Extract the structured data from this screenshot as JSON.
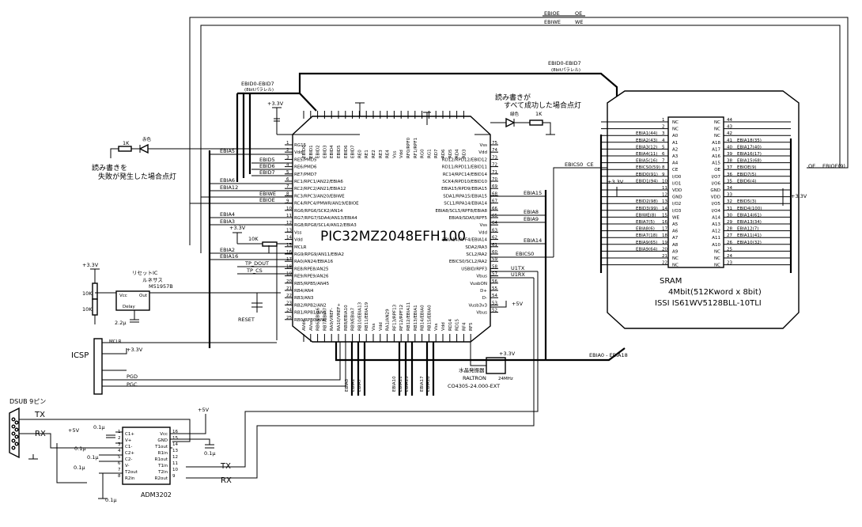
{
  "mcu": {
    "part": "PIC32MZ2048EFH100",
    "left_pins": [
      "RG15",
      "Vdd",
      "RE5/PMD5",
      "RE6/PMD6",
      "RE7/PMD7",
      "RC1/RPC1/AN22/EBIA6",
      "RC2/RPC2/AN21/EBIA12",
      "RC3/RPC3/AN20/EBIWE",
      "RC4/RPC4/PMWR/AN19/EBIOE",
      "RG6/RPG6/SCK2/AN14",
      "RG7/RPG7/SDA4/AN13/EBIA4",
      "RG8/RPG8/SCL4/AN12/EBIA3",
      "Vss",
      "Vdd",
      "MCLR",
      "RG9/RPG9/AN11/EBIA2",
      "RA0/AN24/EBIA16",
      "RE8/RPE8/AN25",
      "RE9/RPE9/AN26",
      "RB5/RPB5/AN45",
      "RB4/AN4",
      "RB3/AN3",
      "RB2/RPB2/AN2",
      "RB1/RPB1/AN1",
      "RB0/RPB0/AN0"
    ],
    "right_pins": [
      "Vss",
      "Vdd",
      "RD12/RPD12/EBID12",
      "RD11/RPD11/EBID11",
      "RC14/RPC14/EBID14",
      "SCK4/RPD10/EBID10",
      "EBIA15/RPD9/EBIA15",
      "SDA1/RPA15/EBIA15",
      "SCL1/RPA14/EBIA14",
      "EBIA8/SCL5/RPF8/EBIA8",
      "EBIA9/SDA5/RPF5",
      "Vss",
      "Vdd",
      "EBIA14/RPF4/EBIA14",
      "SDA2/RA3",
      "SCL2/RA2",
      "EBICS0/SCL2/RA2",
      "USBID/RPF3",
      "Vbus",
      "VusbON",
      "D+",
      "D-",
      "Vusb3v3",
      "Vbus"
    ],
    "top_pins": [
      "EBID0",
      "EBID1",
      "EBID2",
      "EBID3",
      "EBID4",
      "EBID5",
      "EBID6",
      "EBID7",
      "RE0",
      "RE1",
      "RE2",
      "RE3",
      "RE4",
      "Vss",
      "Vdd",
      "RF0/RPF0",
      "RF1/RPF1",
      "RG0",
      "RG1",
      "RD7",
      "RD6",
      "RD5",
      "RD4",
      "RD3"
    ],
    "bottom_pins": [
      "AVdd",
      "AVss",
      "RB6/EBIA6",
      "RB7/EBIA7",
      "RA9/VREF-",
      "RA10/VREF+",
      "RB8/EBIA10",
      "RB9/EBIA7",
      "RB10/EBIA13",
      "RB11/EBIA19",
      "Vss",
      "Vdd",
      "RA1/AN29",
      "RF13/RPF13",
      "RF12/RPF12",
      "RB12/EBIA11",
      "RB13/EBIA1",
      "RB14/EBIA0",
      "RB15/EBIA0",
      "Vss",
      "Vdd",
      "RD14",
      "RD15",
      "RF4",
      "RF5"
    ],
    "pin_numbers_left": [
      "1",
      "2",
      "3",
      "4",
      "5",
      "6",
      "7",
      "8",
      "9",
      "10",
      "11",
      "12",
      "13",
      "14",
      "15",
      "16",
      "17",
      "18",
      "19",
      "20",
      "21",
      "22",
      "23",
      "24",
      "25"
    ],
    "pin_numbers_right": [
      "75",
      "74",
      "73",
      "72",
      "71",
      "70",
      "69",
      "68",
      "67",
      "66",
      "65",
      "64",
      "63",
      "62",
      "61",
      "60",
      "59",
      "58",
      "57",
      "56",
      "55",
      "54",
      "53",
      "52",
      "51"
    ]
  },
  "sram": {
    "title": "SRAM",
    "desc": "4Mbit(512Kword x 8bit)",
    "part": "ISSI  IS61WV5128BLL-10TLI",
    "left_pins": [
      {
        "num": "1",
        "name": "NC",
        "net": ""
      },
      {
        "num": "2",
        "name": "NC",
        "net": ""
      },
      {
        "num": "3",
        "name": "A0",
        "net": "EBIA1(44)"
      },
      {
        "num": "4",
        "name": "A1",
        "net": "EBIA2(43)"
      },
      {
        "num": "5",
        "name": "A2",
        "net": "EBIA3(12)"
      },
      {
        "num": "6",
        "name": "A3",
        "net": "EBIA4(11)"
      },
      {
        "num": "7",
        "name": "A4",
        "net": "EBIA5(16)"
      },
      {
        "num": "8",
        "name": "CE",
        "net": "EBICS0(59)"
      },
      {
        "num": "9",
        "name": "I/O0",
        "net": "EBID0(91)"
      },
      {
        "num": "10",
        "name": "I/O1",
        "net": "EBID1(94)"
      },
      {
        "num": "11",
        "name": "VDD",
        "net": ""
      },
      {
        "num": "12",
        "name": "GND",
        "net": ""
      },
      {
        "num": "13",
        "name": "I/O2",
        "net": "EBID2(98)"
      },
      {
        "num": "14",
        "name": "I/O3",
        "net": "EBID3(99)"
      },
      {
        "num": "15",
        "name": "WE",
        "net": "EBIWE(8)"
      },
      {
        "num": "16",
        "name": "A5",
        "net": "EBIA7(5)"
      },
      {
        "num": "17",
        "name": "A6",
        "net": "EBIA8(6)"
      },
      {
        "num": "18",
        "name": "A7",
        "net": "EBIA7(18)"
      },
      {
        "num": "19",
        "name": "A8",
        "net": "EBIA9(65)"
      },
      {
        "num": "20",
        "name": "A9",
        "net": "EBIA9(64)"
      },
      {
        "num": "21",
        "name": "NC",
        "net": ""
      },
      {
        "num": "22",
        "name": "NC",
        "net": ""
      }
    ],
    "right_pins": [
      {
        "num": "44",
        "name": "NC",
        "net": ""
      },
      {
        "num": "43",
        "name": "NC",
        "net": ""
      },
      {
        "num": "42",
        "name": "NC",
        "net": ""
      },
      {
        "num": "41",
        "name": "A18",
        "net": "EBIA18(35)"
      },
      {
        "num": "40",
        "name": "A17",
        "net": "EBIA17(40)"
      },
      {
        "num": "39",
        "name": "A16",
        "net": "EBIA16(17)"
      },
      {
        "num": "38",
        "name": "A15",
        "net": "EBIA15(68)"
      },
      {
        "num": "37",
        "name": "OE",
        "net": "EBIOE(9)"
      },
      {
        "num": "36",
        "name": "I/O7",
        "net": "EBID7(5)"
      },
      {
        "num": "35",
        "name": "I/O6",
        "net": "EBID6(4)"
      },
      {
        "num": "34",
        "name": "GND",
        "net": ""
      },
      {
        "num": "33",
        "name": "VDD",
        "net": ""
      },
      {
        "num": "32",
        "name": "I/O5",
        "net": "EBID5(3)"
      },
      {
        "num": "31",
        "name": "I/O4",
        "net": "EBID4(100)"
      },
      {
        "num": "30",
        "name": "A14",
        "net": "EBIA14(61)"
      },
      {
        "num": "29",
        "name": "A13",
        "net": "EBIA13(34)"
      },
      {
        "num": "28",
        "name": "A12",
        "net": "EBIA12(7)"
      },
      {
        "num": "27",
        "name": "A11",
        "net": "EBIA11(41)"
      },
      {
        "num": "26",
        "name": "A10",
        "net": "EBIA10(32)"
      },
      {
        "num": "25",
        "name": "NC",
        "net": ""
      },
      {
        "num": "24",
        "name": "NC",
        "net": ""
      },
      {
        "num": "23",
        "name": "NC",
        "net": ""
      }
    ]
  },
  "adm": {
    "part": "ADM3202",
    "left_pins": [
      "C1+",
      "V+",
      "C1-",
      "C2+",
      "C2-",
      "V-",
      "T2out",
      "R2in"
    ],
    "right_pins": [
      "Vcc",
      "GND",
      "T1out",
      "R1in",
      "R1out",
      "T1in",
      "T2in",
      "R2out"
    ],
    "left_nums": [
      "1",
      "2",
      "3",
      "4",
      "5",
      "6",
      "7",
      "8"
    ],
    "right_nums": [
      "16",
      "15",
      "14",
      "13",
      "12",
      "11",
      "10",
      "9"
    ]
  },
  "labels": {
    "ebiwe_top": "EBIWE",
    "we_top": "WE",
    "ebioe_top": "EBIOE",
    "oe_top": "OE",
    "data_bus": "EBID0-EBID7",
    "data_bus_note": "(8bitパラレル)",
    "data_bus2": "EBID0-EBID7",
    "data_bus2_note": "(8bitパラレル)",
    "ebics0_left": "EBICS0",
    "ce_left": "CE",
    "oe_right": "OE",
    "ebioe_right": "EBIOE(9)",
    "addr_bus": "EBIA0 - EBIA18",
    "ok_line1": "読み書きが",
    "ok_line2": "すべて成功した場合点灯",
    "led_green": "緑色",
    "r_1k_right": "1K",
    "ng_line1": "読み書きを",
    "ng_line2": "失敗が発生した場合点灯",
    "led_red": "赤色",
    "r_1k_left": "1K",
    "v33_top": "+3.3V",
    "v33_mid": "+3.3V",
    "v33_sram1": "+3.3V",
    "v33_sram2": "+3.3V",
    "v33_reset": "+3.3V",
    "v33_icsp": "+3.3V",
    "v33_osc": "+3.3V",
    "v5_usb": "+5V",
    "v5_adm": "+5V",
    "v5_adm2": "+5V",
    "r10k_mclr": "10K",
    "r10k_a": "10K",
    "r10k_b": "10K",
    "reset_ic": "リセットIC",
    "reset_ic_vendor": "ルネサス",
    "reset_ic_part": "M51957B",
    "vcc": "Vcc",
    "out": "Out",
    "delay": "Delay",
    "cap_22": "2.2μ",
    "reset": "RESET",
    "tp_dout": "TP_DOUT",
    "tp_cs": "TP_CS",
    "icsp": "ICSP",
    "mclr": "MCLR",
    "pgd": "PGD",
    "pgc": "PGC",
    "dsub": "DSUB 9ピン",
    "tx": "TX",
    "rx": "RX",
    "tx2": "TX",
    "rx2": "RX",
    "u1tx": "U1TX",
    "u1rx": "U1RX",
    "osc_name": "水晶発振器",
    "osc_vendor": "RALTRON",
    "osc_part": "CO4305-24.000-EXT",
    "osc_freq": "24MHz",
    "cap_01a": "0.1μ",
    "cap_01b": "0.1μ",
    "cap_01c": "0.1μ",
    "cap_01d": "0.1μ",
    "cap_01e": "0.1μ",
    "cap_01f": "0.1μ",
    "net_ebia5": "EBIA5",
    "net_ebid5": "EBID5",
    "net_ebid6": "EBID6",
    "net_ebid7": "EBID7",
    "net_ebia6": "EBIA6",
    "net_ebia12": "EBIA12",
    "net_ebiwe": "EBIWE",
    "net_ebioe": "EBIOE",
    "net_ebia4": "EBIA4",
    "net_ebia3": "EBIA3",
    "net_ebia2": "EBIA2",
    "net_ebia16": "EBIA16",
    "net_ebia15": "EBIA15",
    "net_ebia8": "EBIA8",
    "net_ebia9": "EBIA9",
    "net_ebia14": "EBIA14",
    "net_ebics0": "EBICS0",
    "net_ebia0": "EBIA0",
    "net_ebia1": "EBIA1",
    "net_ebia7": "EBIA7",
    "net_ebia10": "EBIA10",
    "net_ebia11": "EBIA11",
    "net_ebia13": "EBIA13",
    "net_ebia17": "EBIA17",
    "net_ebia18": "EBIA18"
  }
}
